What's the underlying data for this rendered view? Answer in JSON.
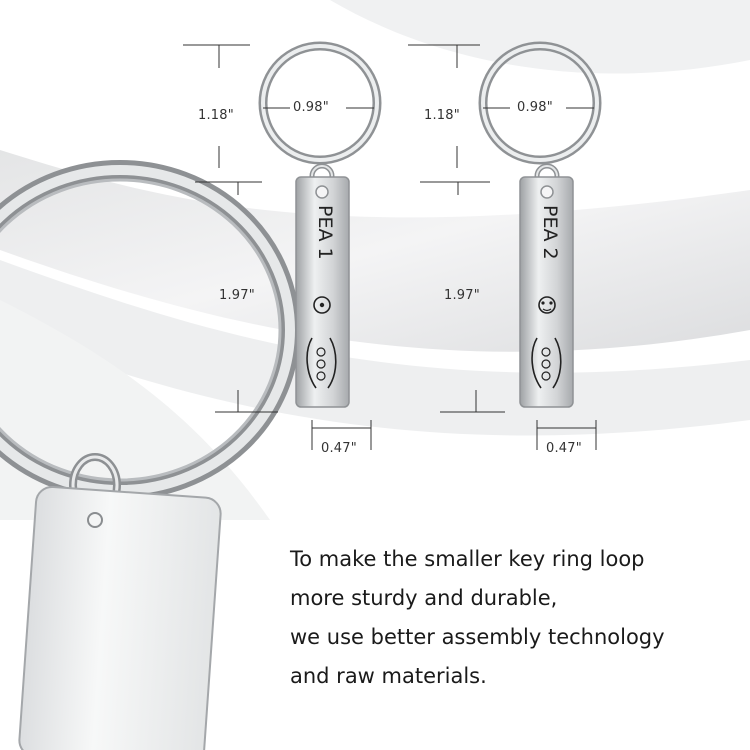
{
  "product": {
    "tags": [
      {
        "engraving": "PEA 1",
        "ring_diameter": "0.98\"",
        "ring_height": "1.18\"",
        "tag_length": "1.97\"",
        "tag_width": "0.47\""
      },
      {
        "engraving": "PEA 2",
        "ring_diameter": "0.98\"",
        "ring_height": "1.18\"",
        "tag_length": "1.97\"",
        "tag_width": "0.47\""
      }
    ],
    "caption_lines": [
      "To make the smaller key ring loop",
      "more sturdy and durable,",
      "we use better assembly technology",
      "and raw materials."
    ],
    "colors": {
      "background": "#ffffff",
      "metal": "#c9cbcd",
      "text": "#1a1a1a"
    }
  }
}
